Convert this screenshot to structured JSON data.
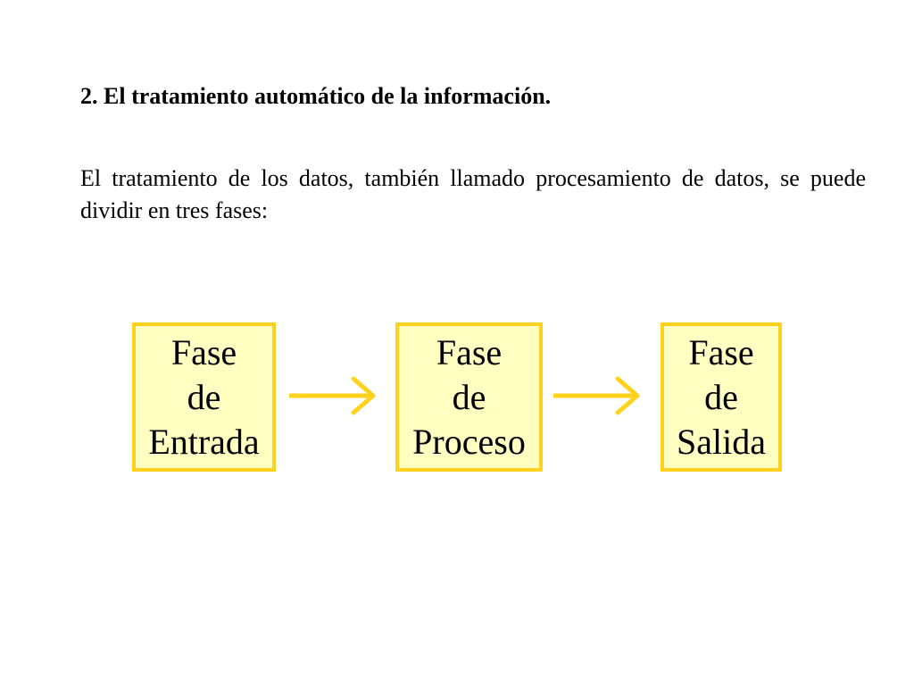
{
  "heading": "2. El tratamiento automático de la información.",
  "intro": "El tratamiento de los datos, también llamado procesamiento de datos, se puede dividir en tres fases:",
  "colors": {
    "box_fill": "#ffffc1",
    "box_border": "#ffd21e",
    "arrow": "#ffd21e"
  },
  "phases": [
    {
      "lines": [
        "Fase",
        "de",
        "Entrada"
      ]
    },
    {
      "lines": [
        "Fase",
        "de",
        "Proceso"
      ]
    },
    {
      "lines": [
        "Fase",
        "de",
        "Salida"
      ]
    }
  ],
  "connectors": [
    {
      "from": 0,
      "to": 1,
      "icon": "arrow-right-icon"
    },
    {
      "from": 1,
      "to": 2,
      "icon": "arrow-right-icon"
    }
  ]
}
